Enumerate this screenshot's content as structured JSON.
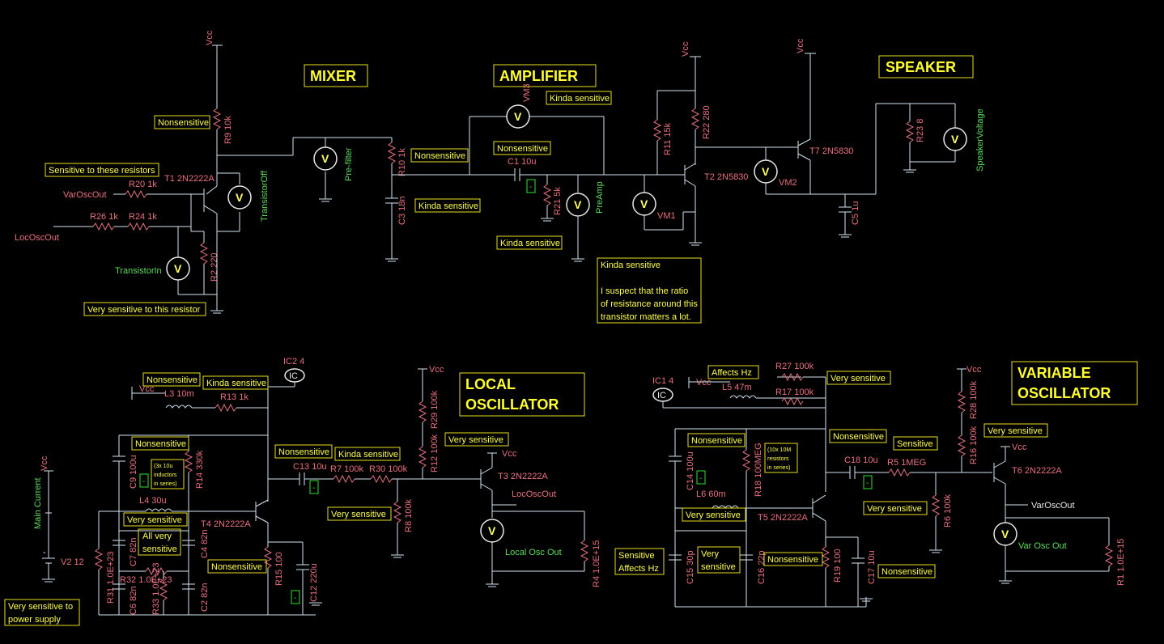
{
  "titles": {
    "mixer": "MIXER",
    "amplifier": "AMPLIFIER",
    "speaker": "SPEAKER",
    "local_osc_1": "LOCAL",
    "local_osc_2": "OSCILLATOR",
    "var_osc_1": "VARIABLE",
    "var_osc_2": "OSCILLATOR"
  },
  "notes": {
    "sensitive_these": "Sensitive to these resistors",
    "nonsens_r9": "Nonsensitive",
    "very_sens_r2": "Very sensitive to this resistor",
    "kinda_vm3": "Kinda sensitive",
    "nonsens_amp": "Nonsensitive",
    "nonsens_c1": "Nonsensitive",
    "kinda_c3": "Kinda sensitive",
    "kinda_r21": "Kinda sensitive",
    "kinda_t2_1": "Kinda sensitive",
    "kinda_t2_2": "I suspect that the ratio",
    "kinda_t2_3": "of resistance around this",
    "kinda_t2_4": "transistor matters a lot.",
    "nonsens_l3": "Nonsensitive",
    "kinda_r13": "Kinda sensitive",
    "nonsens_c9": "Nonsensitive",
    "inductors_1": "(3x 10u",
    "inductors_2": "inductors",
    "inductors_3": "in series)",
    "very_sens_l4": "Very sensitive",
    "all_very_1": "All very",
    "all_very_2": "sensitive",
    "nonsens_r15": "Nonsensitive",
    "nonsens_c13": "Nonsensitive",
    "kinda_r7": "Kinda sensitive",
    "very_sens_r12": "Very sensitive",
    "very_sens_r8": "Very sensitive",
    "power_1": "Very sensitive to",
    "power_2": "power supply",
    "affects_hz": "Affects Hz",
    "very_sens_r27": "Very sensitive",
    "nonsens_c14": "Nonsensitive",
    "res10m_1": "(10x 10M",
    "res10m_2": "resistors",
    "res10m_3": "in series)",
    "very_sens_l6": "Very sensitive",
    "sens_affects_1": "Sensitive",
    "sens_affects_2": "Affects Hz",
    "very_sens_c15_1": "Very",
    "very_sens_c15_2": "sensitive",
    "nonsens_r19": "Nonsensitive",
    "nonsens_c18": "Nonsensitive",
    "sensitive_r5": "Sensitive",
    "very_sens_r6": "Very sensitive",
    "very_sens_r28": "Very sensitive",
    "nonsens_c17": "Nonsensitive"
  },
  "components": {
    "vcc": "Vcc",
    "r9": "R9 10k",
    "t1": "T1 2N2222A",
    "r20": "R20 1k",
    "r26": "R26 1k",
    "r24": "R24 1k",
    "r2": "R2 220",
    "r10": "R10 1k",
    "c3": "C3 18n",
    "vm3": "VM3",
    "c1": "C1 10u",
    "r21": "R21 5k",
    "r11": "R11 15k",
    "r22": "R22 280",
    "t2": "T2 2N5830",
    "t7": "T7 2N5830",
    "r23": "R23 8",
    "c5": "C5 1u",
    "vm1": "VM1",
    "vm2": "VM2",
    "ic2": "IC2 4",
    "ic": "IC",
    "l3": "L3 10m",
    "r13": "R13 1k",
    "c9": "C9 100u",
    "r14": "R14 330k",
    "l4": "L4 30u",
    "t4": "T4 2N2222A",
    "r31": "R31 1.0E+23",
    "c7": "C7 82n",
    "c4": "C4 82n",
    "r32": "R32 1.0E+23",
    "r33": "R33 1.0E+23",
    "c6": "C6 82n",
    "c2": "C2 82n",
    "r15": "R15 100",
    "c12": "C12 220u",
    "c13": "C13 10u",
    "r7": "R7 100k",
    "r30": "R30 100k",
    "r29": "R29 100k",
    "r12": "R12 100k",
    "r8": "R8 100k",
    "t3": "T3 2N2222A",
    "r4": "R4 1.0E+15",
    "v2": "V2 12",
    "ic1": "IC1 4",
    "l5": "L5 47m",
    "r27": "R27 100k",
    "r17": "R17 100k",
    "c14": "C14 100u",
    "r18": "R18 100MEG",
    "l6": "L6 60m",
    "t5": "T5 2N2222A",
    "c15": "C15 30p",
    "c16": "C16 22p",
    "r19": "R19 100",
    "c17": "C17 10u",
    "c18": "C18 10u",
    "r5": "R5 1MEG",
    "r28": "R28 100k",
    "r16": "R16 100k",
    "r6": "R6 100k",
    "t6": "T6 2N2222A",
    "r1": "R1 1.0E+15"
  },
  "nets": {
    "var_osc_out_in": "VarOscOut",
    "loc_osc_out_in": "LocOscOut",
    "transistor_off": "TransistorOff",
    "transistor_in": "TransistorIn",
    "pre_filter": "Pre-filter",
    "pre_amp": "PreAmp",
    "speaker_voltage": "SpeakerVoltage",
    "loc_osc_out": "LocOscOut",
    "local_osc_out_meter": "Local Osc Out",
    "main_current": "Main Current",
    "var_osc_out": "VarOscOut",
    "var_osc_out_meter": "Var Osc Out"
  },
  "meter_symbol": "V",
  "probe_marker": "-"
}
